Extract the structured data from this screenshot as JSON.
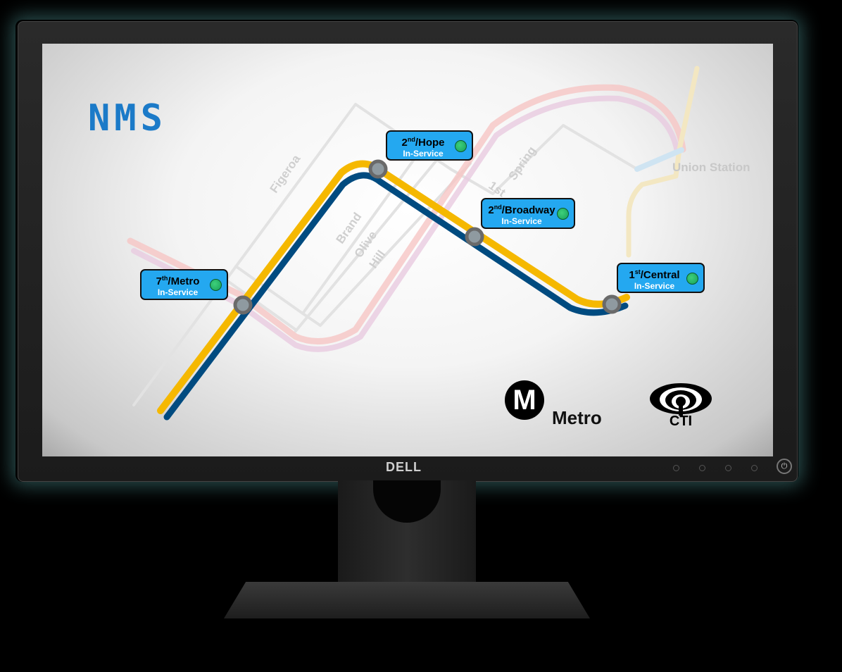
{
  "monitor": {
    "brand": "DELL"
  },
  "app": {
    "logo_text": "NMS"
  },
  "streets": [
    "Figeroa",
    "Brand",
    "Olive",
    "Hill",
    "1st",
    "Spring"
  ],
  "landmarks": {
    "union_station": "Union Station"
  },
  "stations": [
    {
      "name": "7th",
      "suffix": "/Metro",
      "sup": "th",
      "num": "7",
      "status": "In-Service"
    },
    {
      "name": "2nd/Hope",
      "num": "2",
      "sup": "nd",
      "suffix": "/Hope",
      "status": "In-Service"
    },
    {
      "name": "2nd/Broadway",
      "num": "2",
      "sup": "nd",
      "suffix": "/Broadway",
      "status": "In-Service"
    },
    {
      "name": "1st/Central",
      "num": "1",
      "sup": "st",
      "suffix": "/Central",
      "status": "In-Service"
    }
  ],
  "logos": {
    "metro_letter": "M",
    "metro_word": "Metro",
    "cti": "CTI"
  },
  "colors": {
    "gold_line": "#f5b800",
    "blue_line": "#004b80",
    "status_box": "#24a8f0",
    "status_ok": "#2ec46c",
    "nms": "#1b7ac8"
  }
}
